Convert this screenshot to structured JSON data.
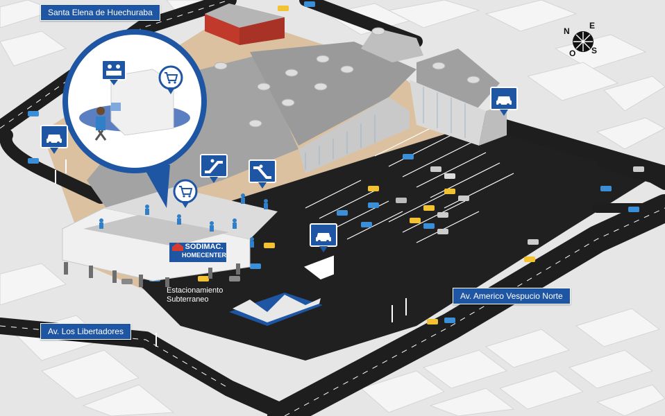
{
  "labels": {
    "top_street": "Santa Elena de Huechuraba",
    "west_street": "Av. Los Libertadores",
    "east_street": "Av. Americo Vespucio Norte",
    "underground_parking_line1": "Estacionamiento",
    "underground_parking_line2": "Subterraneo"
  },
  "brand": {
    "name": "SODIMAC.",
    "subtitle": "HOMECENTER"
  },
  "compass": {
    "north": "N",
    "east": "E",
    "south": "S",
    "west": "O"
  },
  "icons": [
    "car-parking-icon",
    "escalator-icon",
    "cart-icon",
    "service-desk-icon",
    "compass-icon"
  ],
  "colors": {
    "road": "#1e1e1e",
    "parking_lot": "#202020",
    "ground": "#e4e4e4",
    "plot": "#d8b48a",
    "building": "#9e9e9e",
    "accent_blue": "#1f56a3",
    "store_red": "#c0392b"
  }
}
